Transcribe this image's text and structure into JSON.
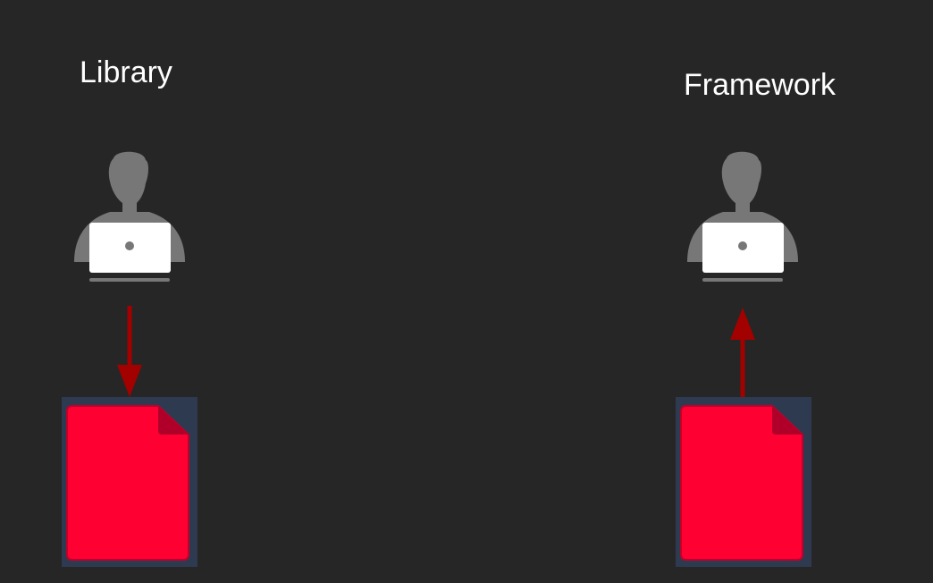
{
  "diagram": {
    "left_panel": {
      "title": "Library",
      "arrow_direction": "down",
      "icons": [
        "user-at-laptop-icon",
        "document-icon"
      ]
    },
    "right_panel": {
      "title": "Framework",
      "arrow_direction": "up",
      "icons": [
        "user-at-laptop-icon",
        "document-icon"
      ]
    }
  },
  "colors": {
    "background": "#262626",
    "title_text": "#ffffff",
    "person": "#777777",
    "laptop": "#ffffff",
    "arrow": "#a30000",
    "document": "#ff0033",
    "document_frame": "#2e3a4f"
  }
}
